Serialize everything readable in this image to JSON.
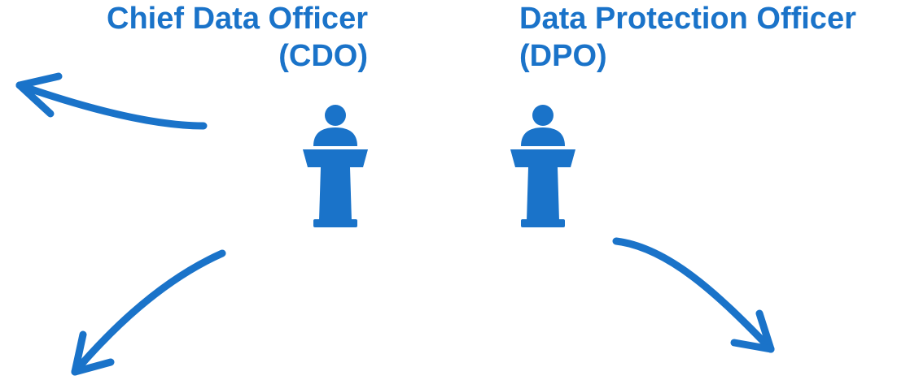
{
  "roles": [
    {
      "id": "cdo",
      "title_line1": "Chief Data Officer",
      "title_line2": "(CDO)"
    },
    {
      "id": "dpo",
      "title_line1": "Data Protection Officer",
      "title_line2": "(DPO)"
    }
  ],
  "colors": {
    "accent": "#1a73c9",
    "background": "#ffffff"
  },
  "icons": {
    "speaker": "speaker-at-podium-icon",
    "arrow": "hand-drawn-arrow"
  }
}
